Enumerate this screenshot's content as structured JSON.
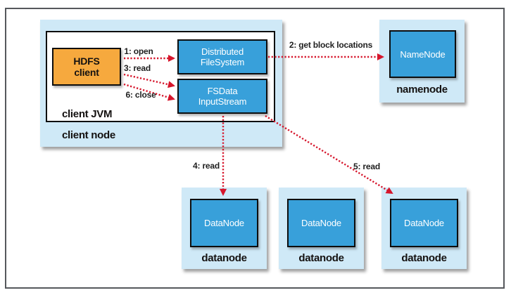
{
  "colors": {
    "container-blue": "#cfe9f7",
    "box-blue": "#38a0da",
    "box-orange": "#f6a93e",
    "arrow-red": "#d6152b",
    "frame-gray": "#55585c",
    "ink": "#141110"
  },
  "client_node": {
    "caption": "client node",
    "jvm_caption": "client JVM"
  },
  "nodes": {
    "hdfs_client": {
      "line1": "HDFS",
      "line2": "client"
    },
    "distributed_filesystem": {
      "line1": "Distributed",
      "line2": "FileSystem"
    },
    "fsdata_inputstream": {
      "line1": "FSData",
      "line2": "InputStream"
    },
    "namenode": {
      "box": "NameNode",
      "caption": "namenode"
    }
  },
  "datanodes": [
    {
      "box": "DataNode",
      "caption": "datanode"
    },
    {
      "box": "DataNode",
      "caption": "datanode"
    },
    {
      "box": "DataNode",
      "caption": "datanode"
    }
  ],
  "arrows": {
    "step1": "1: open",
    "step2": "2: get block locations",
    "step3": "3: read",
    "step4": "4: read",
    "step5": "5: read",
    "step6": "6: close"
  }
}
